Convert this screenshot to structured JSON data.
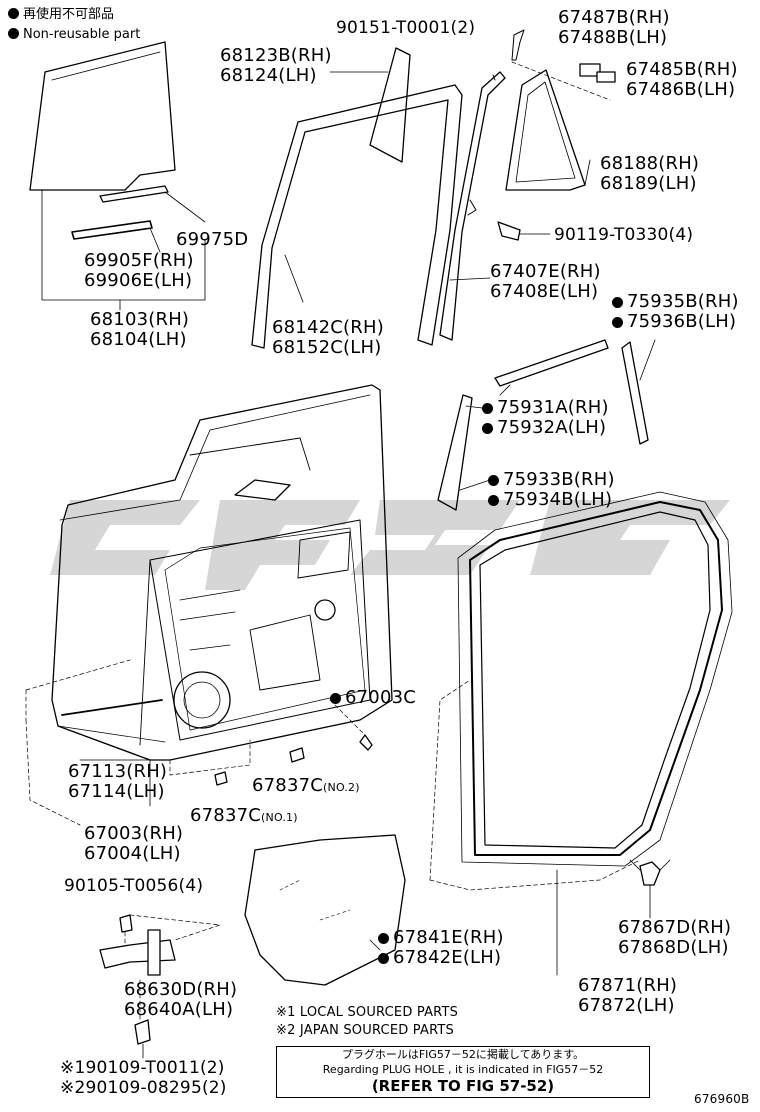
{
  "legend": {
    "jp": "再使用不可部品",
    "en": "Non-reusable part"
  },
  "labels": {
    "p90151": "90151-T0001(2)",
    "p67487": [
      "67487B(RH)",
      "67488B(LH)"
    ],
    "p68123": [
      "68123B(RH)",
      "68124(LH)"
    ],
    "p67485": [
      "67485B(RH)",
      "67486B(LH)"
    ],
    "p68188": [
      "68188(RH)",
      "68189(LH)"
    ],
    "p90119": "90119-T0330(4)",
    "p69975": "69975D",
    "p69905": [
      "69905F(RH)",
      "69906E(LH)"
    ],
    "p67407": [
      "67407E(RH)",
      "67408E(LH)"
    ],
    "p75935": [
      "75935B(RH)",
      "75936B(LH)"
    ],
    "p68103": [
      "68103(RH)",
      "68104(LH)"
    ],
    "p68142": [
      "68142C(RH)",
      "68152C(LH)"
    ],
    "p75931": [
      "75931A(RH)",
      "75932A(LH)"
    ],
    "p75933": [
      "75933B(RH)",
      "75934B(LH)"
    ],
    "p67003c": "67003C",
    "p67113": [
      "67113(RH)",
      "67114(LH)"
    ],
    "p67837no2": {
      "part": "67837C",
      "note": "(NO.2)"
    },
    "p67837no1": {
      "part": "67837C",
      "note": "(NO.1)"
    },
    "p67003": [
      "67003(RH)",
      "67004(LH)"
    ],
    "p90105": "90105-T0056(4)",
    "p67841": [
      "67841E(RH)",
      "67842E(LH)"
    ],
    "p67867": [
      "67867D(RH)",
      "67868D(LH)"
    ],
    "p68630": [
      "68630D(RH)",
      "68640A(LH)"
    ],
    "p67871": [
      "67871(RH)",
      "67872(LH)"
    ],
    "p90109": [
      "※190109-T0011(2)",
      "※290109-08295(2)"
    ]
  },
  "notes": {
    "local": "※1 LOCAL SOURCED PARTS",
    "japan": "※2 JAPAN SOURCED PARTS"
  },
  "ref_box": {
    "jp": "プラグホールはFIG57－52に掲載してあります。",
    "en": "Regarding PLUG HOLE , it is indicated in FIG57－52",
    "ref": "(REFER TO FIG 57-52)"
  },
  "figure_id": "676960B",
  "colors": {
    "line": "#000000",
    "watermark": "#c8c8c8",
    "background": "#ffffff"
  }
}
